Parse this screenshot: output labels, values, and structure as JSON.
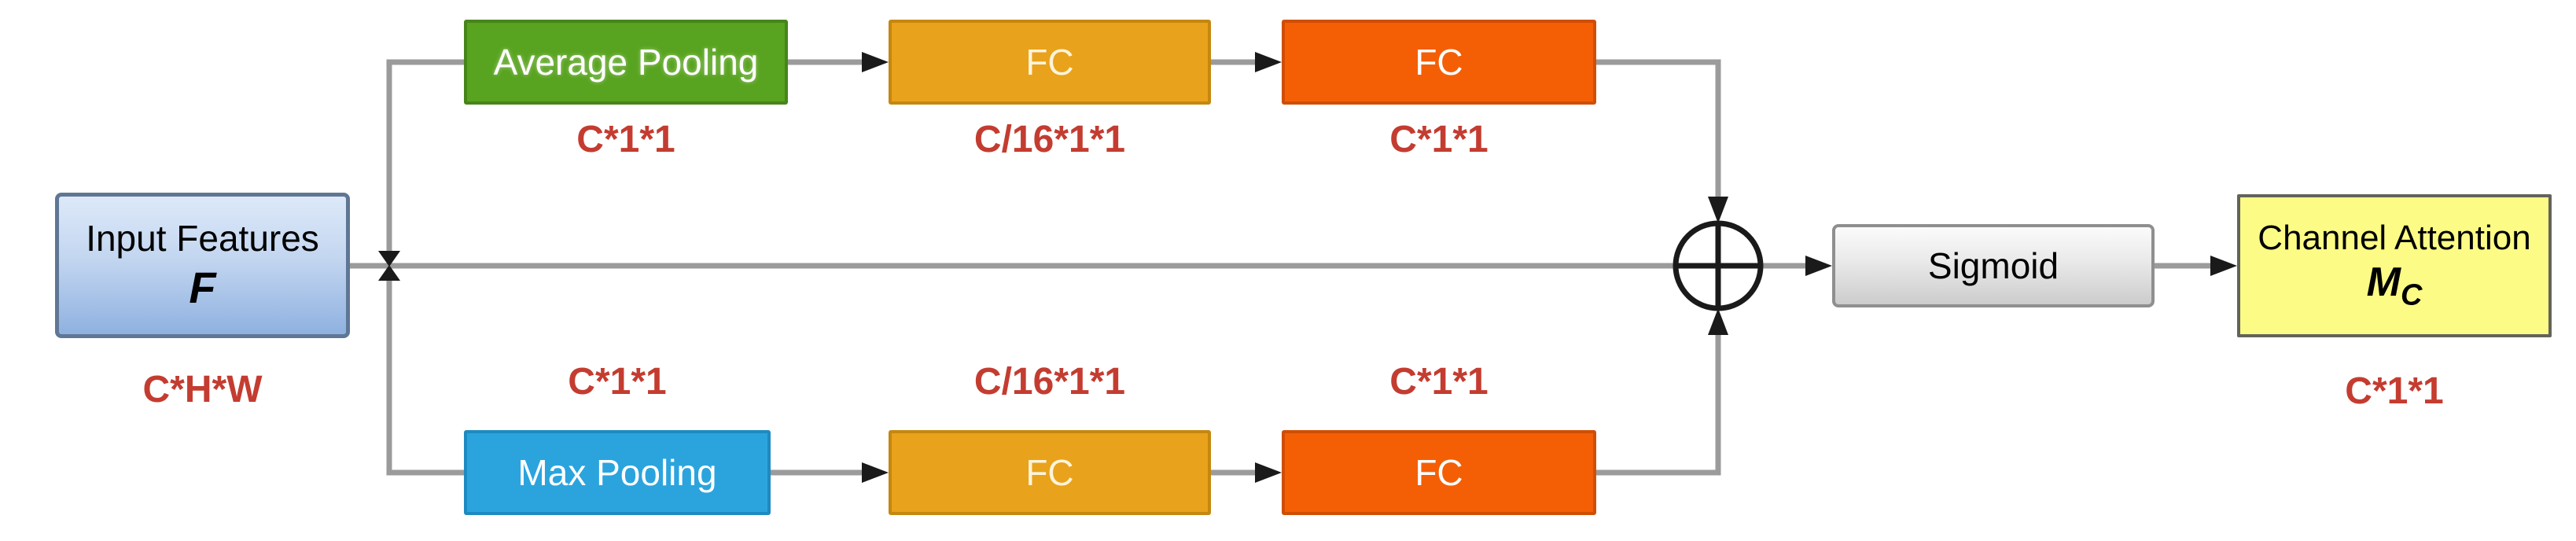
{
  "diagram": {
    "name": "channel-attention-module",
    "nodes": {
      "input": {
        "title": "Input Features",
        "symbol": "F",
        "dim": "C*H*W"
      },
      "avg_pool": {
        "title": "Average Pooling",
        "dim": "C*1*1"
      },
      "fc_top_1": {
        "title": "FC",
        "dim": "C/16*1*1"
      },
      "fc_top_2": {
        "title": "FC",
        "dim": "C*1*1"
      },
      "max_pool": {
        "title": "Max Pooling",
        "dim": "C*1*1"
      },
      "fc_bottom_1": {
        "title": "FC",
        "dim": "C/16*1*1"
      },
      "fc_bottom_2": {
        "title": "FC",
        "dim": "C*1*1"
      },
      "merge": {
        "operator": "element-wise add (circle-plus)"
      },
      "sigmoid": {
        "title": "Sigmoid"
      },
      "output": {
        "title": "Channel Attention",
        "symbol": "M",
        "symbol_subscript": "C",
        "dim": "C*1*1"
      }
    },
    "colors": {
      "input_fill_top": "#dde9f9",
      "input_fill_bottom": "#8fb1e0",
      "input_border": "#5f7794",
      "avg_pool_fill": "#58a31f",
      "fc_amber_fill": "#e9a21b",
      "fc_orange_fill": "#f45f06",
      "max_pool_fill": "#2ba4de",
      "sigmoid_fill_top": "#fbfbfb",
      "sigmoid_fill_bottom": "#cccccc",
      "output_fill": "#fbfb85",
      "dim_label_red": "#c43c30",
      "wire_gray": "#9b9b9b",
      "arrow_black": "#1a1a1a"
    }
  }
}
